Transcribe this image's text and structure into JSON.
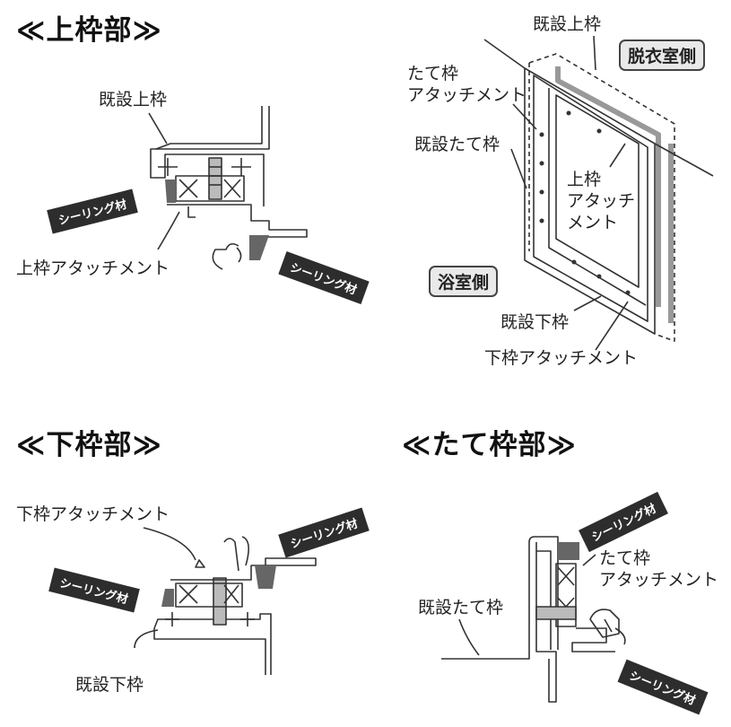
{
  "headings": {
    "top": "≪上枠部≫",
    "bottom": "≪下枠部≫",
    "vertical": "≪たて枠部≫"
  },
  "labels": {
    "existing_top_frame": "既設上枠",
    "top_frame_attachment": "上枠アタッチメント",
    "existing_top_frame_3d": "既設上枠",
    "vertical_frame_attachment_3d": "たて枠\nアタッチメント",
    "existing_vertical_frame_3d": "既設たて枠",
    "top_frame_attachment_3d": "上枠\nアタッチ\nメント",
    "existing_bottom_frame_3d": "既設下枠",
    "bottom_frame_attachment_3d": "下枠アタッチメント",
    "bottom_frame_attachment": "下枠アタッチメント",
    "existing_bottom_frame": "既設下枠",
    "vertical_frame_attachment": "たて枠\nアタッチメント",
    "existing_vertical_frame": "既設たて枠"
  },
  "sides": {
    "dressing_room": "脱衣室側",
    "bathroom": "浴室側"
  },
  "sealant": "シーリング材",
  "colors": {
    "line": "#333333",
    "sealant_fill": "#666666",
    "tube": "#2d2d2d",
    "badge_bg": "#e9e9e9"
  }
}
